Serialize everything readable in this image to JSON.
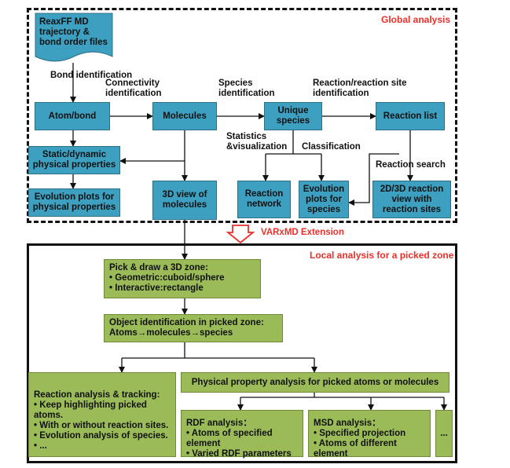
{
  "global": {
    "title": "Global analysis",
    "doc_box": "ReaxFF MD trajectory & bond order files",
    "atom_bond": "Atom/bond",
    "molecules": "Molecules",
    "unique_species": "Unique species",
    "reaction_list": "Reaction list",
    "static_dynamic": "Static/dynamic physical properties",
    "evolution_physical": "Evolution plots for physical properties",
    "view3d": "3D view of molecules",
    "reaction_network": "Reaction network",
    "evolution_species": "Evolution plots for species",
    "reaction_view": "2D/3D reaction view with reaction sites",
    "labels": {
      "bond_identification": "Bond identification",
      "connectivity": "Connectivity identification",
      "species_identification": "Species identification",
      "reaction_site": "Reaction/reaction site identification",
      "statistics": "Statistics &visualization",
      "classification": "Classification",
      "reaction_search": "Reaction search"
    }
  },
  "extension": {
    "label": "VARxMD Extension"
  },
  "local": {
    "title": "Local analysis for a picked zone",
    "pick_zone": {
      "title": "Pick & draw a 3D zone:",
      "items": [
        "Geometric:cuboid/sphere",
        "Interactive:rectangle"
      ]
    },
    "object_id": {
      "title": "Object identification in picked zone:",
      "line2": "Atoms→molecules→species"
    },
    "reaction_analysis": {
      "title": "Reaction analysis & tracking:",
      "items": [
        "Keep highlighting  picked atoms.",
        "With or without reaction sites.",
        "Evolution analysis of  species.",
        "..."
      ]
    },
    "physical_property": "Physical property analysis for picked atoms or molecules",
    "rdf": {
      "title": "RDF analysis：",
      "items": [
        "Atoms of specified element",
        "Varied RDF parameters"
      ]
    },
    "msd": {
      "title": "MSD analysis：",
      "items": [
        "Specified projection",
        "Atoms of different element"
      ]
    },
    "more": "..."
  }
}
